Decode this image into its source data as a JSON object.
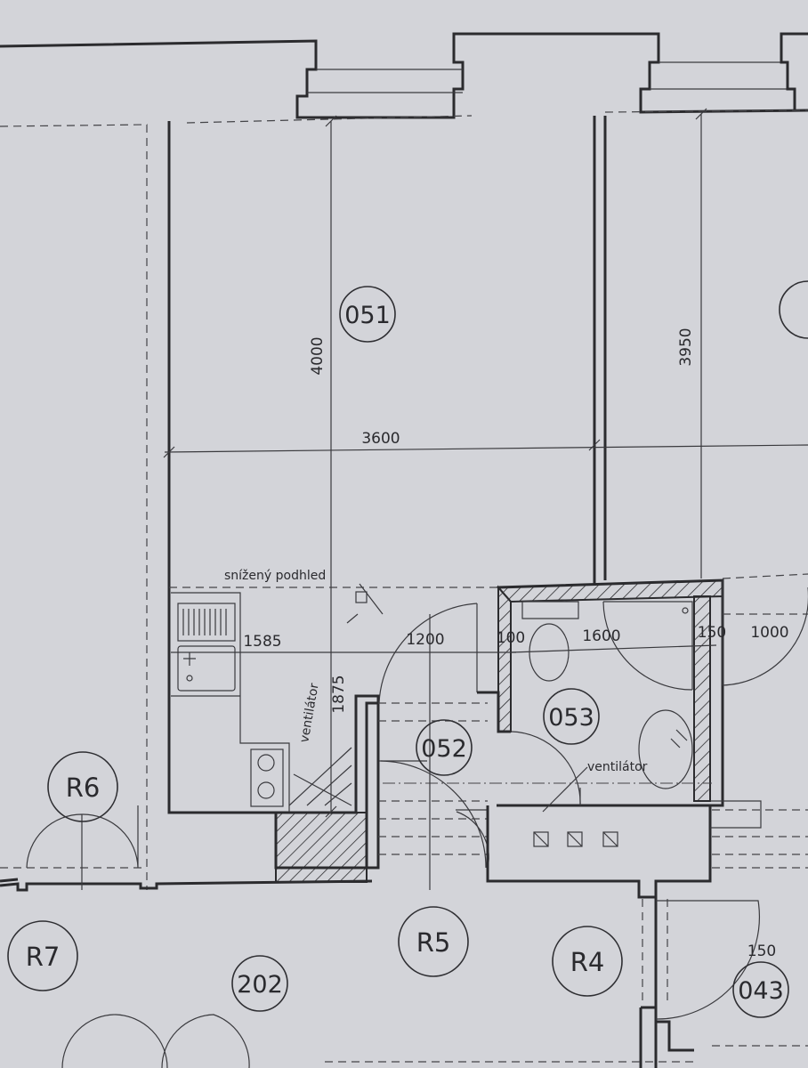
{
  "rooms": [
    {
      "id": "051",
      "label": "051"
    },
    {
      "id": "052",
      "label": "052"
    },
    {
      "id": "053",
      "label": "053"
    },
    {
      "id": "202",
      "label": "202"
    },
    {
      "id": "043",
      "label": "043"
    }
  ],
  "sections": [
    {
      "id": "R4",
      "label": "R4"
    },
    {
      "id": "R5",
      "label": "R5"
    },
    {
      "id": "R6",
      "label": "R6"
    },
    {
      "id": "R7",
      "label": "R7"
    }
  ],
  "dimensions": {
    "d4000": "4000",
    "d3950": "3950",
    "d3600": "3600",
    "d1585": "1585",
    "d1875": "1875",
    "d1200": "1200",
    "d100": "100",
    "d1600": "1600",
    "d150": "150",
    "d1000": "1000",
    "d150b": "150"
  },
  "notes": {
    "snizeny_podhled": "snížený podhled",
    "ventilator_kitchen": "ventilátor",
    "ventilator_bath": "ventilátor"
  },
  "colors": {
    "paper": "#d3d4d9",
    "ink": "#2b2b2e"
  }
}
